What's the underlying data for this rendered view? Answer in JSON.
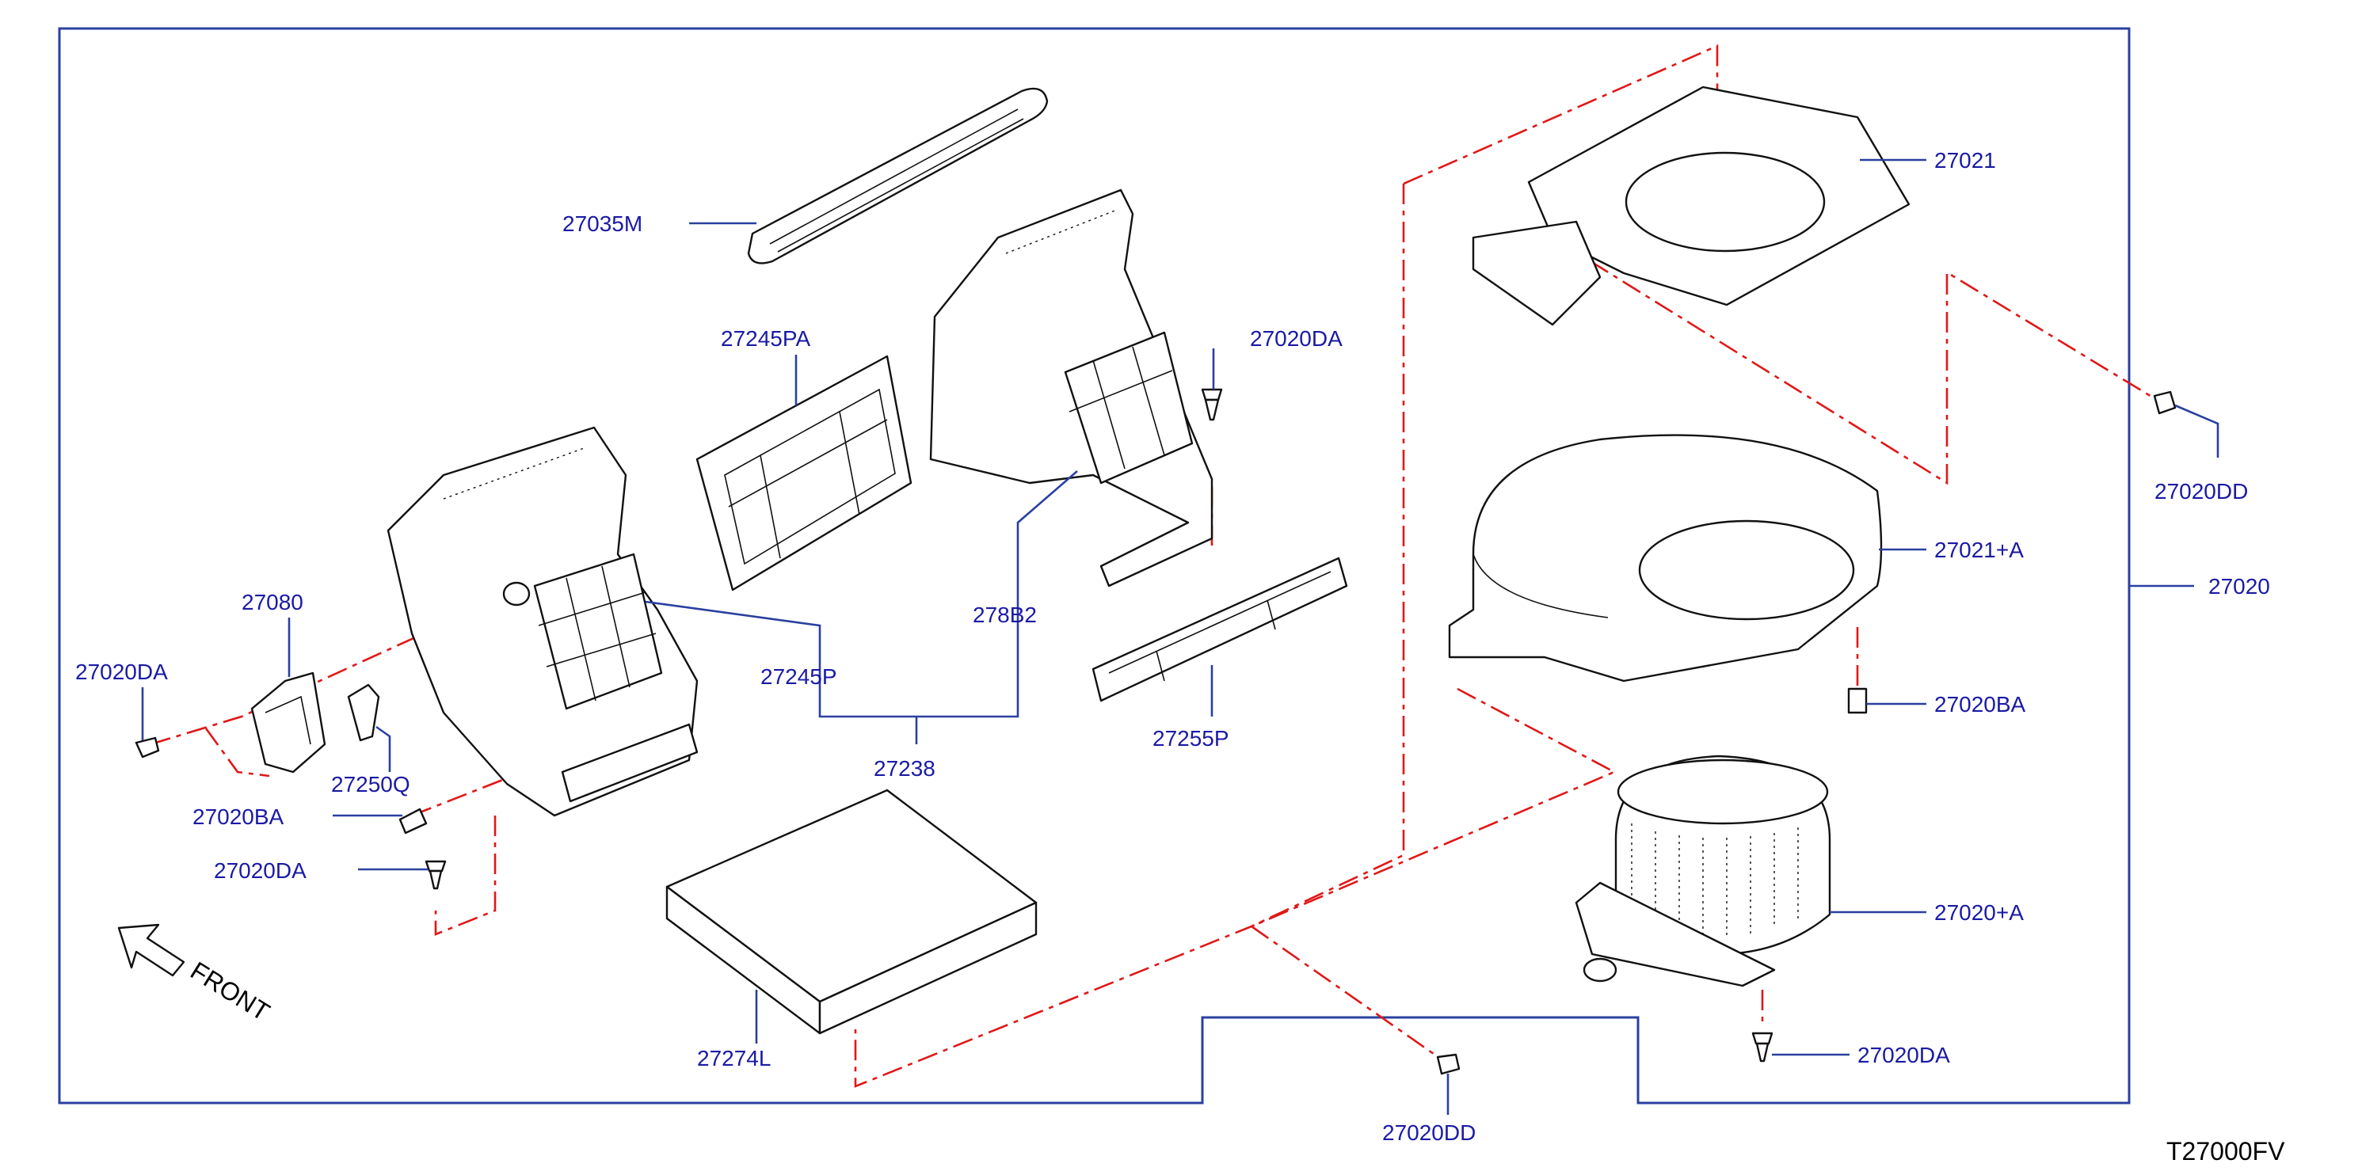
{
  "diagram_code": "T27000FV",
  "front_label": "FRONT",
  "parts": {
    "p27035M": "27035M",
    "p27245PA": "27245PA",
    "p27020DA_top": "27020DA",
    "p27021": "27021",
    "p27020DD_right": "27020DD",
    "p27021A": "27021+A",
    "p27020": "27020",
    "p27080": "27080",
    "p27020DA_left": "27020DA",
    "p27245P": "27245P",
    "p278B2": "278B2",
    "p27238": "27238",
    "p27255P": "27255P",
    "p27250Q": "27250Q",
    "p27020BA_left": "27020BA",
    "p27020DA_lower": "27020DA",
    "p27274L": "27274L",
    "p27020BA_right": "27020BA",
    "p27020A": "27020+A",
    "p27020DA_right": "27020DA",
    "p27020DD_bottom": "27020DD"
  },
  "colors": {
    "frame": "#2a40a0",
    "labels": "#1a1aa6",
    "dashed_guides": "#e01818",
    "parts": "#111111"
  }
}
